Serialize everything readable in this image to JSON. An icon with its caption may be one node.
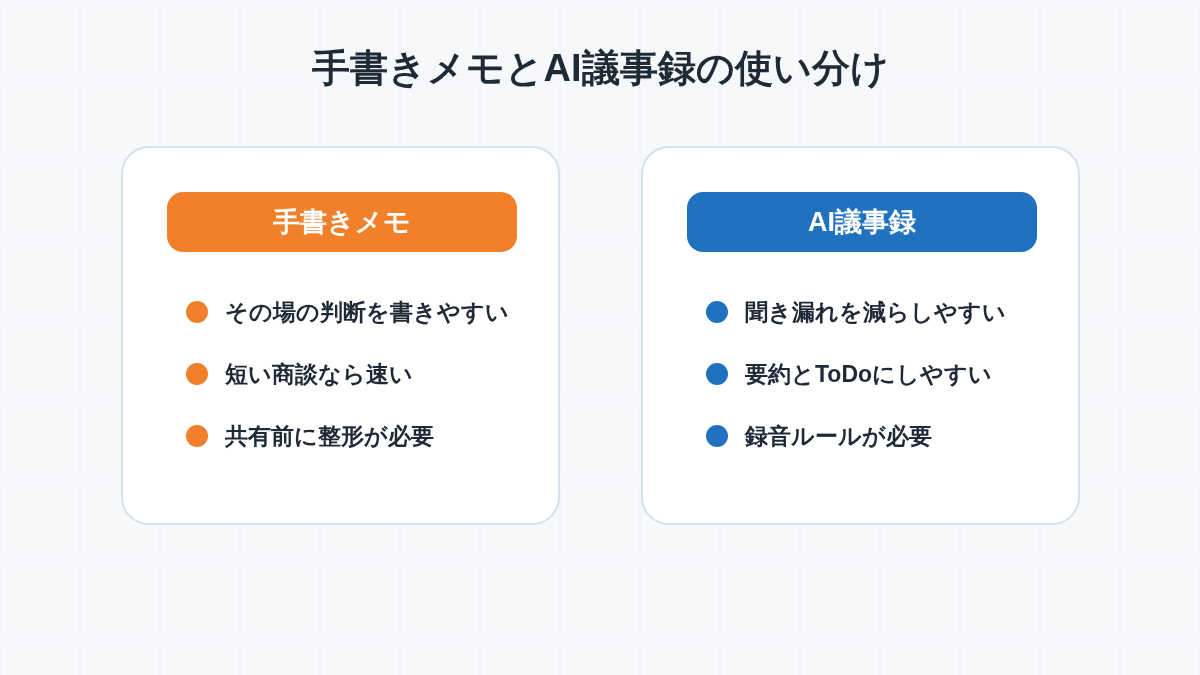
{
  "diagram": {
    "title": "手書きメモとAI議事録の使い分け",
    "nodes": [
      {
        "text": [
          "その場の判断を書きやすい",
          "短い商談なら速い",
          "共有前に整形が必要"
        ]
      },
      {
        "text": [
          "手書きメモ"
        ],
        "in": 0
      },
      {
        "text": [
          "聞き漏れを減らしやすい",
          "要約とToDoにしやすい",
          "録音ルールが必要"
        ]
      },
      {
        "text": [
          "AI議事録"
        ],
        "in": 2
      }
    ]
  }
}
